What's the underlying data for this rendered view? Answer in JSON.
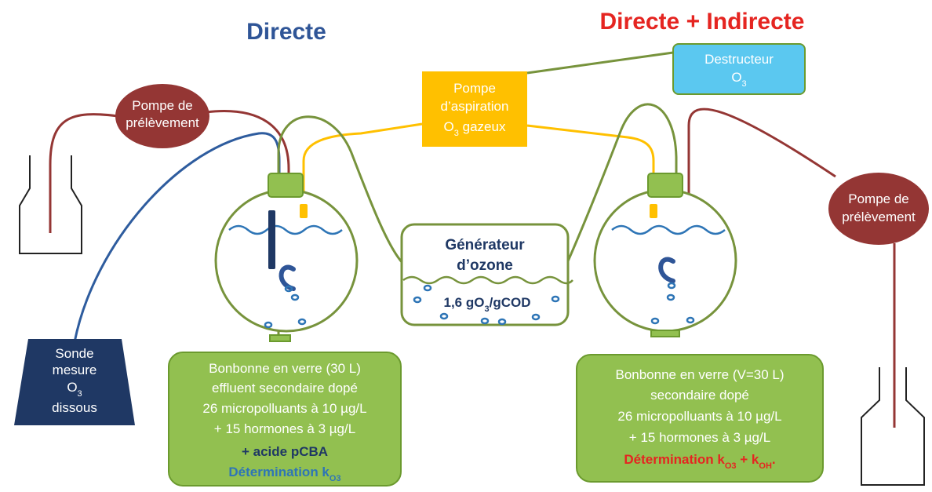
{
  "titles": {
    "left": "Directe",
    "right": "Directe + Indirecte"
  },
  "pump_left": {
    "line1": "Pompe de",
    "line2": "prélèvement"
  },
  "pump_right": {
    "line1": "Pompe de",
    "line2": "prélèvement"
  },
  "aspiration_pump": {
    "line1": "Pompe",
    "line2": "d’aspiration",
    "line3_prefix": "O",
    "line3_sub": "3",
    "line3_suffix": " gazeux"
  },
  "destructor": {
    "line1": "Destructeur",
    "line2_prefix": "O",
    "line2_sub": "3"
  },
  "generator": {
    "line1": "Générateur",
    "line2": "d’ozone",
    "dose_prefix": "1,6 gO",
    "dose_sub": "3",
    "dose_suffix": "/gCOD"
  },
  "probe": {
    "line1": "Sonde",
    "line2": "mesure",
    "line3_prefix": "O",
    "line3_sub": "3",
    "line4": "dissous"
  },
  "left_box": {
    "line1": "Bonbonne en verre (30 L)",
    "line2": "effluent  secondaire dopé",
    "line3": "26 micropolluants à 10 µg/L",
    "line4": "+ 15 hormones à 3 µg/L",
    "line5": "+ acide pCBA",
    "line6_prefix": "Détermination k",
    "line6_sub": "O3"
  },
  "right_box": {
    "line1": "Bonbonne en verre (V=30 L)",
    "line2": "secondaire dopé",
    "line3": "26 micropolluants à 10 µg/L",
    "line4": "+ 15 hormones à 3 µg/L",
    "line5_prefix": "Détermination k",
    "line5_sub1": "O3",
    "line5_mid": " + k",
    "line5_sub2": "OH",
    "line5_suffix": "."
  },
  "colors": {
    "green_fill": "#92C050",
    "green_stroke": "#6B9A2E",
    "tube_green": "#77933C",
    "maroon": "#943634",
    "yellow": "#FFC000",
    "navy": "#1F3864",
    "blue_line": "#2E5C9E",
    "cyan": "#5BC8F0",
    "red": "#E52521"
  }
}
